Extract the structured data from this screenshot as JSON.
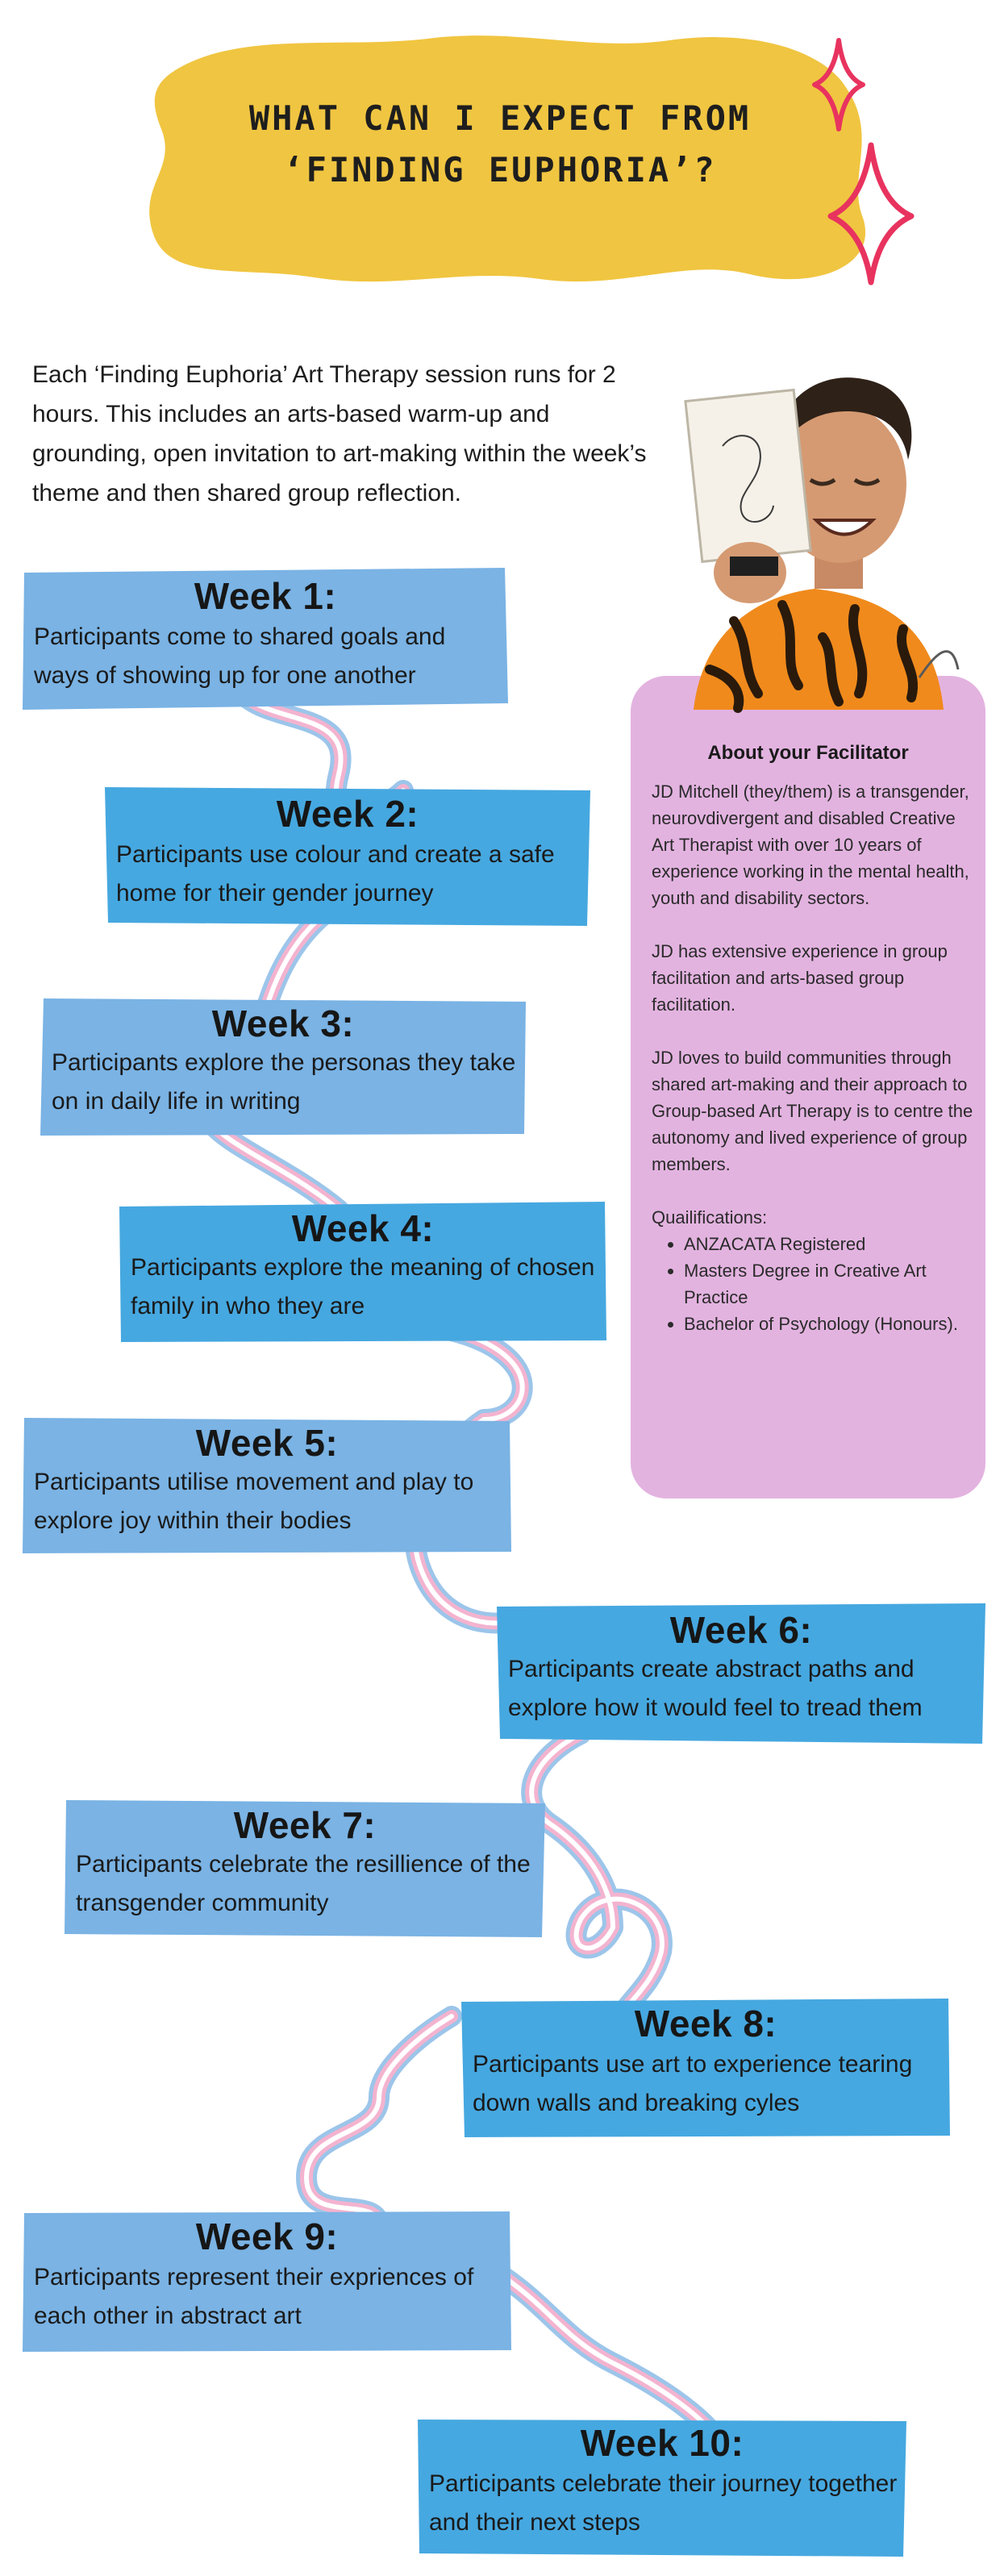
{
  "header": {
    "title_line1": "WHAT CAN I EXPECT FROM",
    "title_line2": "‘FINDING EUPHORIA’?"
  },
  "intro": {
    "text": "Each ‘Finding Euphoria’ Art Therapy session runs for 2 hours. This includes an arts-based warm-up and grounding, open invitation to art-making within the week’s theme and then shared group reflection."
  },
  "weeks": [
    {
      "title": "Week 1:",
      "desc": "Participants come to shared goals and ways of showing up for one another"
    },
    {
      "title": "Week 2:",
      "desc": "Participants use colour and create a safe home for their gender journey"
    },
    {
      "title": "Week 3:",
      "desc": "Participants explore the personas they take on in daily life in writing"
    },
    {
      "title": "Week 4:",
      "desc": "Participants explore the meaning of chosen family in who they are"
    },
    {
      "title": "Week 5:",
      "desc": "Participants utilise movement and play to explore joy within their bodies"
    },
    {
      "title": "Week 6:",
      "desc": "Participants create abstract paths and explore how it would feel to tread them"
    },
    {
      "title": "Week 7:",
      "desc": "Participants celebrate the resillience of the transgender community"
    },
    {
      "title": "Week 8:",
      "desc": "Participants use art to experience tearing down walls and breaking cyles"
    },
    {
      "title": "Week 9:",
      "desc": "Participants represent their expriences of each other in abstract art"
    },
    {
      "title": "Week 10:",
      "desc": "Participants celebrate their journey together and their next steps"
    }
  ],
  "facilitator": {
    "heading": "About your Facilitator",
    "bio": "JD Mitchell (they/them) is a transgender, neurovdivergent and disabled Creative Art Therapist with over 10 years of experience working in the mental health, youth and disability sectors.",
    "experience": "JD has extensive experience in group facilitation and arts-based group facilitation.",
    "approach": "JD loves to build communities through shared art-making and their approach to Group-based Art Therapy is to centre the autonomy and lived experience of group members.",
    "qualifications_label": "Quailifications:",
    "qualifications": [
      "ANZACATA Registered",
      "Masters Degree in Creative Art Practice",
      "Bachelor of Psychology (Honours)."
    ]
  },
  "colors": {
    "blob": "#f0c541",
    "sparkle": "#e8335f",
    "card_light": "#7ab3e4",
    "card_dark": "#46a8e0",
    "panel": "#e3b3e0",
    "stripe_blue": "#9cc5ea",
    "stripe_pink": "#f3b3cf"
  }
}
